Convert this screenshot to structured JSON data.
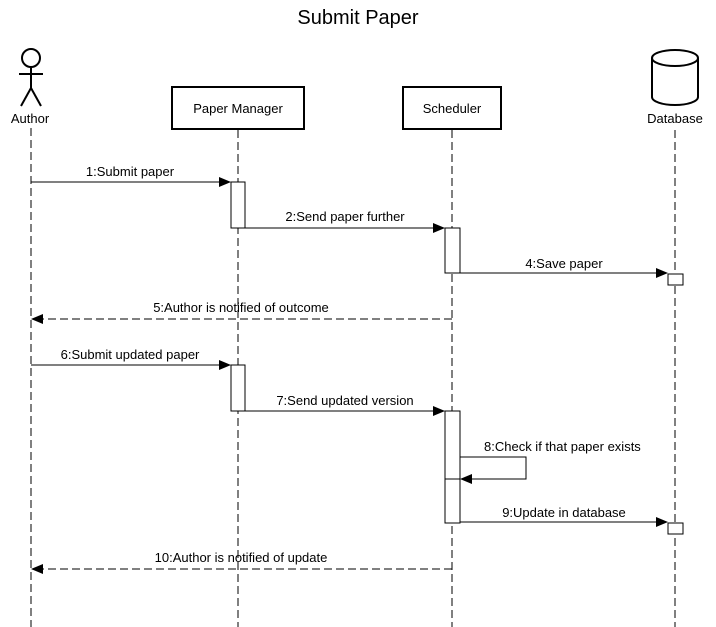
{
  "diagram": {
    "title": "Submit Paper",
    "participants": {
      "author": "Author",
      "paper_manager": "Paper Manager",
      "scheduler": "Scheduler",
      "database": "Database"
    },
    "messages": [
      "1:Submit paper",
      "2:Send paper further",
      "4:Save paper",
      "5:Author is notified of outcome",
      "6:Submit updated paper",
      "7:Send updated version",
      "8:Check if that paper exists",
      "9:Update in database",
      "10:Author is notified of update"
    ]
  }
}
